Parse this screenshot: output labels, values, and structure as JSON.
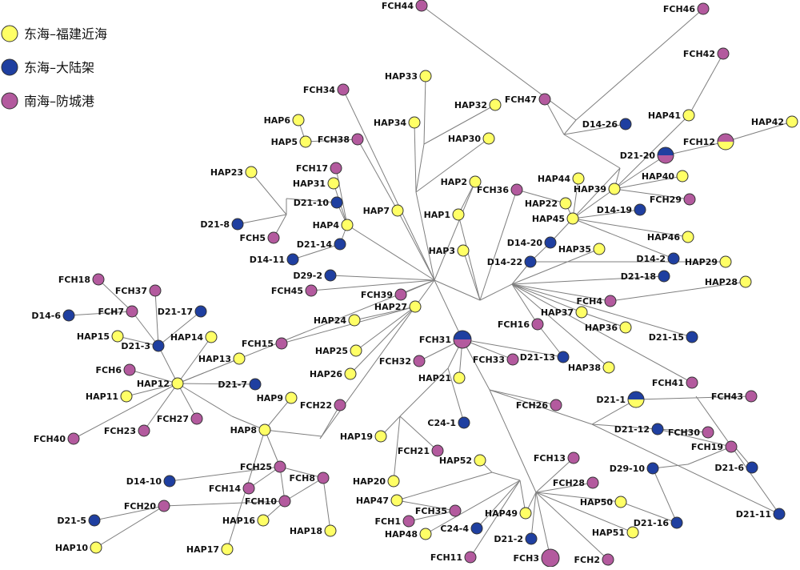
{
  "legend": [
    {
      "label": "东海–福建近海",
      "color": "#ffff66"
    },
    {
      "label": "东海–大陆架",
      "color": "#1f3fa0"
    },
    {
      "label": "南海–防城港",
      "color": "#b35a9e"
    }
  ],
  "colors": {
    "fj": "#ffff66",
    "dl": "#1f3fa0",
    "fc": "#b35a9e"
  },
  "nodes": {
    "FCH44": "fc",
    "FCH46": "fc",
    "FCH42": "fc",
    "HAP33": "fj",
    "HAP32": "fj",
    "FCH47": "fc",
    "HAP34": "fj",
    "FCH34": "fc",
    "HAP6": "fj",
    "HAP5": "fj",
    "FCH38": "fc",
    "HAP30": "fj",
    "D14-26": "dl",
    "HAP41": "fj",
    "FCH12": "fc+fj",
    "HAP42": "fj",
    "D21-20": "dl+fc",
    "HAP23": "fj",
    "FCH17": "fc",
    "HAP31": "fj",
    "HAP2": "fj",
    "FCH36": "fc",
    "HAP44": "fj",
    "HAP40": "fj",
    "HAP39": "fj",
    "FCH29": "fc",
    "D21-10": "dl",
    "HAP7": "fj",
    "HAP1": "fj",
    "HAP22": "fj",
    "HAP45": "fj",
    "D14-19": "dl",
    "D21-8": "dl",
    "HAP4": "fj",
    "FCH5": "fc",
    "HAP46": "fj",
    "D21-14": "dl",
    "D14-20": "dl",
    "HAP3": "fj",
    "HAP35": "fj",
    "D14-2": "dl",
    "D14-11": "dl",
    "D14-22": "dl",
    "HAP29": "fj",
    "D29-2": "dl",
    "D21-18": "dl",
    "HAP28": "fj",
    "FCH18": "fc",
    "FCH45": "fc",
    "FCH37": "fc",
    "FCH39": "fc",
    "FCH4": "fc",
    "HAP27": "fj",
    "D14-6": "dl",
    "FCH7": "fc",
    "D21-17": "dl",
    "HAP37": "fj",
    "HAP24": "fj",
    "FCH16": "fc",
    "HAP36": "fj",
    "HAP15": "fj",
    "HAP14": "fj",
    "D21-15": "dl",
    "D21-3": "dl",
    "FCH15": "fc",
    "FCH31": "dl+fc",
    "HAP25": "fj",
    "FCH32": "fc",
    "FCH33": "fc",
    "D21-13": "dl",
    "HAP13": "fj",
    "FCH6": "fc",
    "HAP38": "fj",
    "HAP26": "fj",
    "HAP21": "fj",
    "HAP12": "fj",
    "D21-7": "dl",
    "FCH41": "fc",
    "HAP11": "fj",
    "FCH43": "fc",
    "HAP9": "fj",
    "D21-1": "dl+fj",
    "FCH26": "fc",
    "FCH22": "fc",
    "FCH27": "fc",
    "C24-1": "dl",
    "FCH23": "fc",
    "HAP8": "fj",
    "D21-12": "dl",
    "FCH30": "fc",
    "HAP19": "fj",
    "FCH40": "fc",
    "FCH19": "fc",
    "FCH21": "fc",
    "HAP52": "fj",
    "FCH13": "fc",
    "FCH25": "fc",
    "D29-10": "dl",
    "D21-6": "dl",
    "FCH8": "fc",
    "FCH28": "fc",
    "D14-10": "dl",
    "HAP20": "fj",
    "FCH14": "fc",
    "FCH10": "fc",
    "HAP47": "fj",
    "FCH35": "fc",
    "FCH20": "fc",
    "HAP50": "fj",
    "D21-11": "dl",
    "HAP49": "fj",
    "FCH1": "fc",
    "D21-16": "dl",
    "HAP16": "fj",
    "C24-4": "dl",
    "D21-5": "dl",
    "HAP48": "fj",
    "HAP18": "fj",
    "D21-2": "dl",
    "HAP51": "fj",
    "FCH11": "fc",
    "HAP10": "fj",
    "HAP17": "fj",
    "FCH3": "fc",
    "FCH2": "fc"
  }
}
